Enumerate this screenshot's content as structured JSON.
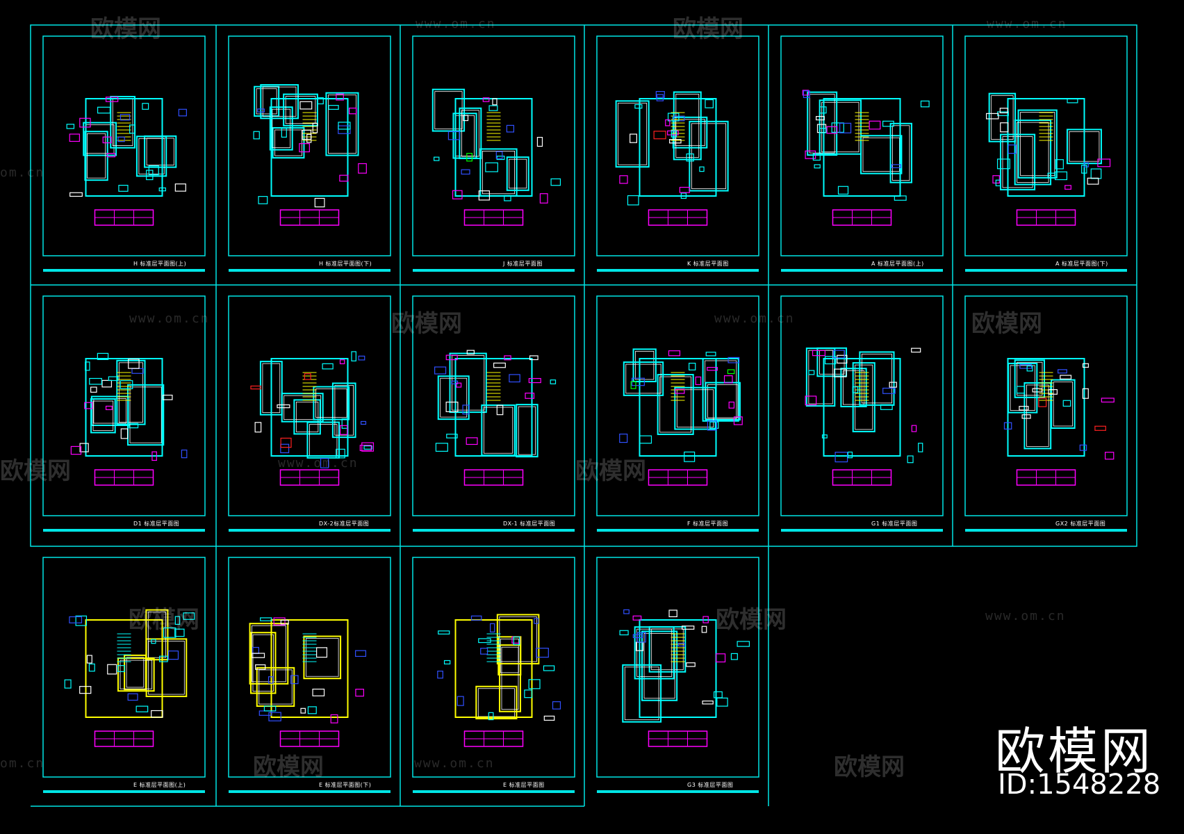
{
  "drawing": {
    "colors": {
      "frame": "#00e5e5",
      "plan": "#00ffff",
      "wall": "#ffffff",
      "yellow": "#ffff00",
      "magenta": "#ff00ff",
      "blue": "#3050ff",
      "red": "#ff2020",
      "green": "#00ff00"
    },
    "sheets": [
      {
        "label": "H 标准层平面图(上)"
      },
      {
        "label": "H 标准层平面图(下)"
      },
      {
        "label": "J 标准层平面图"
      },
      {
        "label": "K 标准层平面图"
      },
      {
        "label": "A 标准层平面图(上)"
      },
      {
        "label": "A 标准层平面图(下)"
      },
      {
        "label": "D1 标准层平面图"
      },
      {
        "label": "DX-2标准层平面图"
      },
      {
        "label": "DX-1 标准层平面图"
      },
      {
        "label": "F 标准层平面图"
      },
      {
        "label": "G1 标准层平面图"
      },
      {
        "label": "GX2 标准层平面图"
      },
      {
        "label": "E 标准层平面图(上)"
      },
      {
        "label": "E 标准层平面图(下)"
      },
      {
        "label": "E 标准层平面图"
      },
      {
        "label": "G3 标准层平面图"
      }
    ]
  },
  "watermark": {
    "brand": "欧模网",
    "url": "www.om.cn",
    "partial_url": "om.cn"
  },
  "brand": {
    "logo": "欧模网",
    "id": "ID:1548228"
  }
}
